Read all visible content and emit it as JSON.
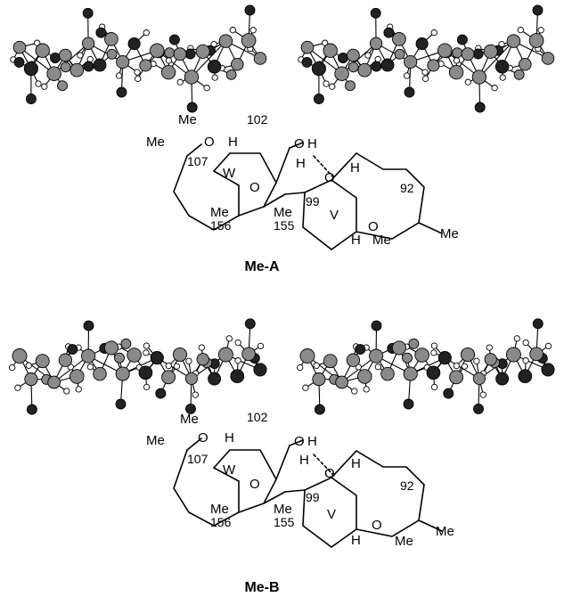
{
  "panels": [
    {
      "id": "me-a",
      "caption": "Me-A",
      "atom_labels": [
        "Me",
        "Me",
        "O",
        "H",
        "O",
        "H",
        "H",
        "O",
        "H",
        "O",
        "Me",
        "Me",
        "H",
        "O",
        "Me",
        "Me"
      ],
      "locants": [
        "107",
        "102",
        "156",
        "155",
        "99",
        "92"
      ],
      "ring_labels": [
        "W",
        "V"
      ]
    },
    {
      "id": "me-b",
      "caption": "Me-B",
      "atom_labels": [
        "Me",
        "Me",
        "O",
        "H",
        "O",
        "H",
        "H",
        "O",
        "H",
        "O",
        "Me",
        "Me",
        "H",
        "O",
        "Me",
        "Me"
      ],
      "locants": [
        "107",
        "102",
        "156",
        "155",
        "99",
        "92"
      ],
      "ring_labels": [
        "W",
        "V"
      ]
    }
  ],
  "colors": {
    "atom_dark": "#222222",
    "atom_gray": "#8a8a8a",
    "atom_hydrogen": "#ffffff",
    "bond": "#000000"
  }
}
